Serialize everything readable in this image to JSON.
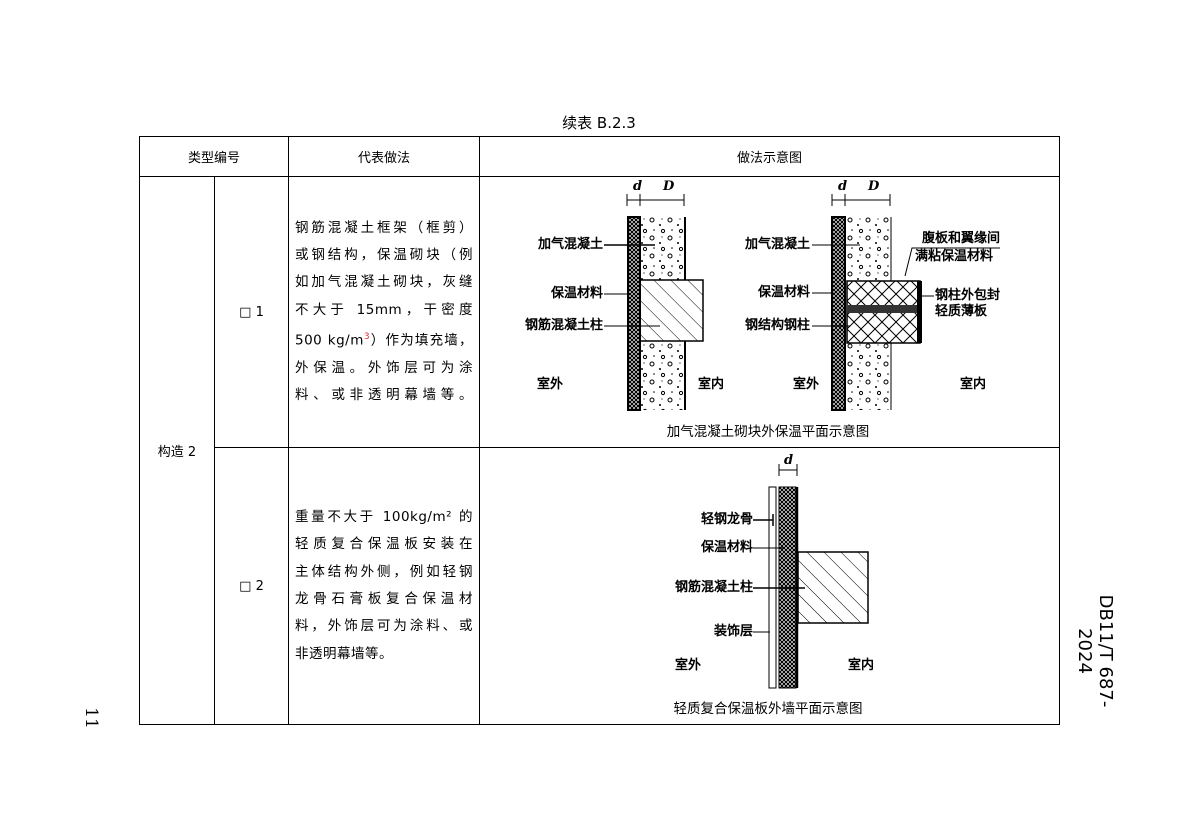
{
  "title": "续表 B.2.3",
  "header": [
    "类型编号",
    "代表做法",
    "做法示意图"
  ],
  "group_label": "构造 2",
  "rows": [
    {
      "code": "□ 1",
      "desc": [
        "钢筋混凝土框架（框剪）",
        "或钢结构，保温砌块（例",
        "如加气混凝土砌块，灰缝",
        "不大于 15mm，干密度",
        "500 kg/m",
        "3",
        "）作为填充墙，",
        "外保温。外饰层可为涂",
        "料、或非透明幕墙等。"
      ],
      "diagram": {
        "caption": "加气混凝土砌块外保温平面示意图",
        "left": {
          "dim_d": "d",
          "dim_D": "D",
          "aerated": "加气混凝土",
          "insulation": "保温材料",
          "rc_column": "钢筋混凝土柱",
          "outdoor": "室外",
          "indoor": "室内"
        },
        "right": {
          "dim_d": "d",
          "dim_D": "D",
          "aerated": "加气混凝土",
          "insulation": "保温材料",
          "steel_column": "钢结构钢柱",
          "web_fill_1": "腹板和翼缘间",
          "web_fill_2": "满粘保温材料",
          "cladding_1": "钢柱外包封",
          "cladding_2": "轻质薄板",
          "outdoor": "室外",
          "indoor": "室内"
        }
      }
    },
    {
      "code": "□ 2",
      "desc": [
        "重量不大于 100kg/m² 的",
        "轻质复合保温板安装在",
        "主体结构外侧，例如轻钢",
        "龙骨石膏板复合保温材",
        "料，外饰层可为涂料、或",
        "非透明幕墙等。"
      ],
      "diagram": {
        "caption": "轻质复合保温板外墙平面示意图",
        "dim_d": "d",
        "keel": "轻钢龙骨",
        "insulation": "保温材料",
        "rc_column": "钢筋混凝土柱",
        "finish": "装饰层",
        "outdoor": "室外",
        "indoor": "室内"
      }
    }
  ],
  "page_number": "11",
  "standard_code": "DB11/T 687-2024"
}
